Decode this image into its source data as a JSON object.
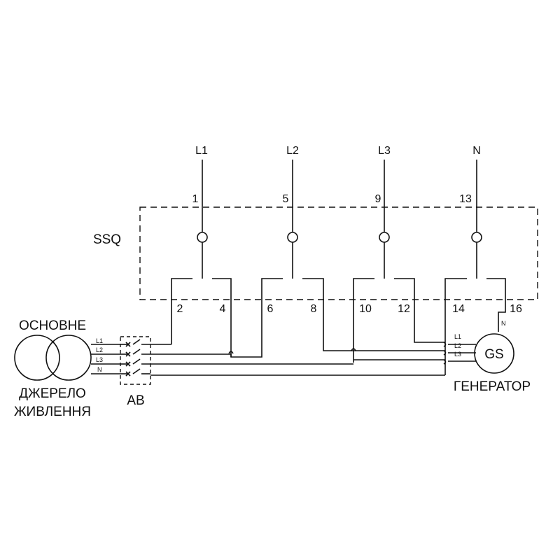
{
  "inputs": [
    "L1",
    "L2",
    "L3",
    "N"
  ],
  "terminals": {
    "top": [
      "1",
      "5",
      "9",
      "13"
    ],
    "bottom": [
      "2",
      "4",
      "6",
      "8",
      "10",
      "12",
      "14",
      "16"
    ]
  },
  "switch_label": "SSQ",
  "mains": {
    "title_line1": "ОСНОВНЕ",
    "title_line2": "ДЖЕРЕЛО",
    "title_line3": "ЖИВЛЕННЯ",
    "phases": [
      "L1",
      "L2",
      "L3",
      "N"
    ]
  },
  "breaker_label": "AB",
  "generator": {
    "symbol": "GS",
    "label": "ГЕНЕРАТОР",
    "phases": [
      "L1",
      "L2",
      "L3"
    ],
    "neutral": "N"
  }
}
